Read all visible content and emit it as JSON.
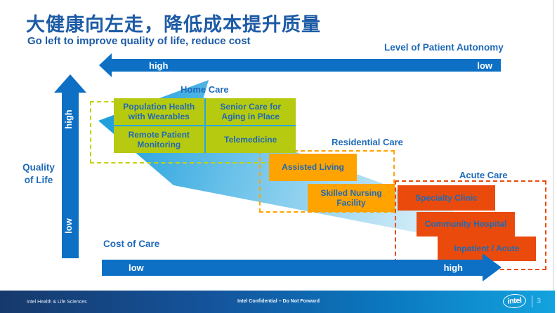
{
  "slide": {
    "title_zh": "大健康向左走，降低成本提升质量",
    "subtitle_en": "Go left to improve quality of life, reduce cost"
  },
  "axes": {
    "patient_autonomy": {
      "label": "Level of Patient Autonomy",
      "left": "high",
      "right": "low"
    },
    "quality_of_life": {
      "label": "Quality of Life",
      "top": "high",
      "bottom": "low"
    },
    "cost_of_care": {
      "label": "Cost of Care",
      "left": "low",
      "right": "high"
    }
  },
  "groups": [
    {
      "name": "Home Care",
      "box_color": "#b6ca10",
      "dash_color": "#c3d30c",
      "items": [
        "Population Health with Wearables",
        "Senior Care for Aging in Place",
        "Remote Patient Monitoring",
        "Telemedicine"
      ]
    },
    {
      "name": "Residential Care",
      "box_color": "#ffa300",
      "dash_color": "#ffa300",
      "items": [
        "Assisted Living",
        "Skilled Nursing Facility"
      ]
    },
    {
      "name": "Acute Care",
      "box_color": "#ea4b0c",
      "dash_color": "#ea4b0c",
      "items": [
        "Specialty Clinic",
        "Community Hospital",
        "Inpatient / Acute"
      ]
    }
  ],
  "colors": {
    "axis_arrow_blue": "#0d70c5",
    "heading_blue": "#1d5ba5",
    "label_blue": "#1f6ab8",
    "card_text_blue": "#2169b4",
    "swoosh_start": "#1f9fdc",
    "swoosh_end": "#e6f4fb"
  },
  "footer": {
    "left": "Intel Health & Life Sciences",
    "center": "Intel Confidential – Do Not Forward",
    "logo": "intel",
    "page": "3"
  }
}
